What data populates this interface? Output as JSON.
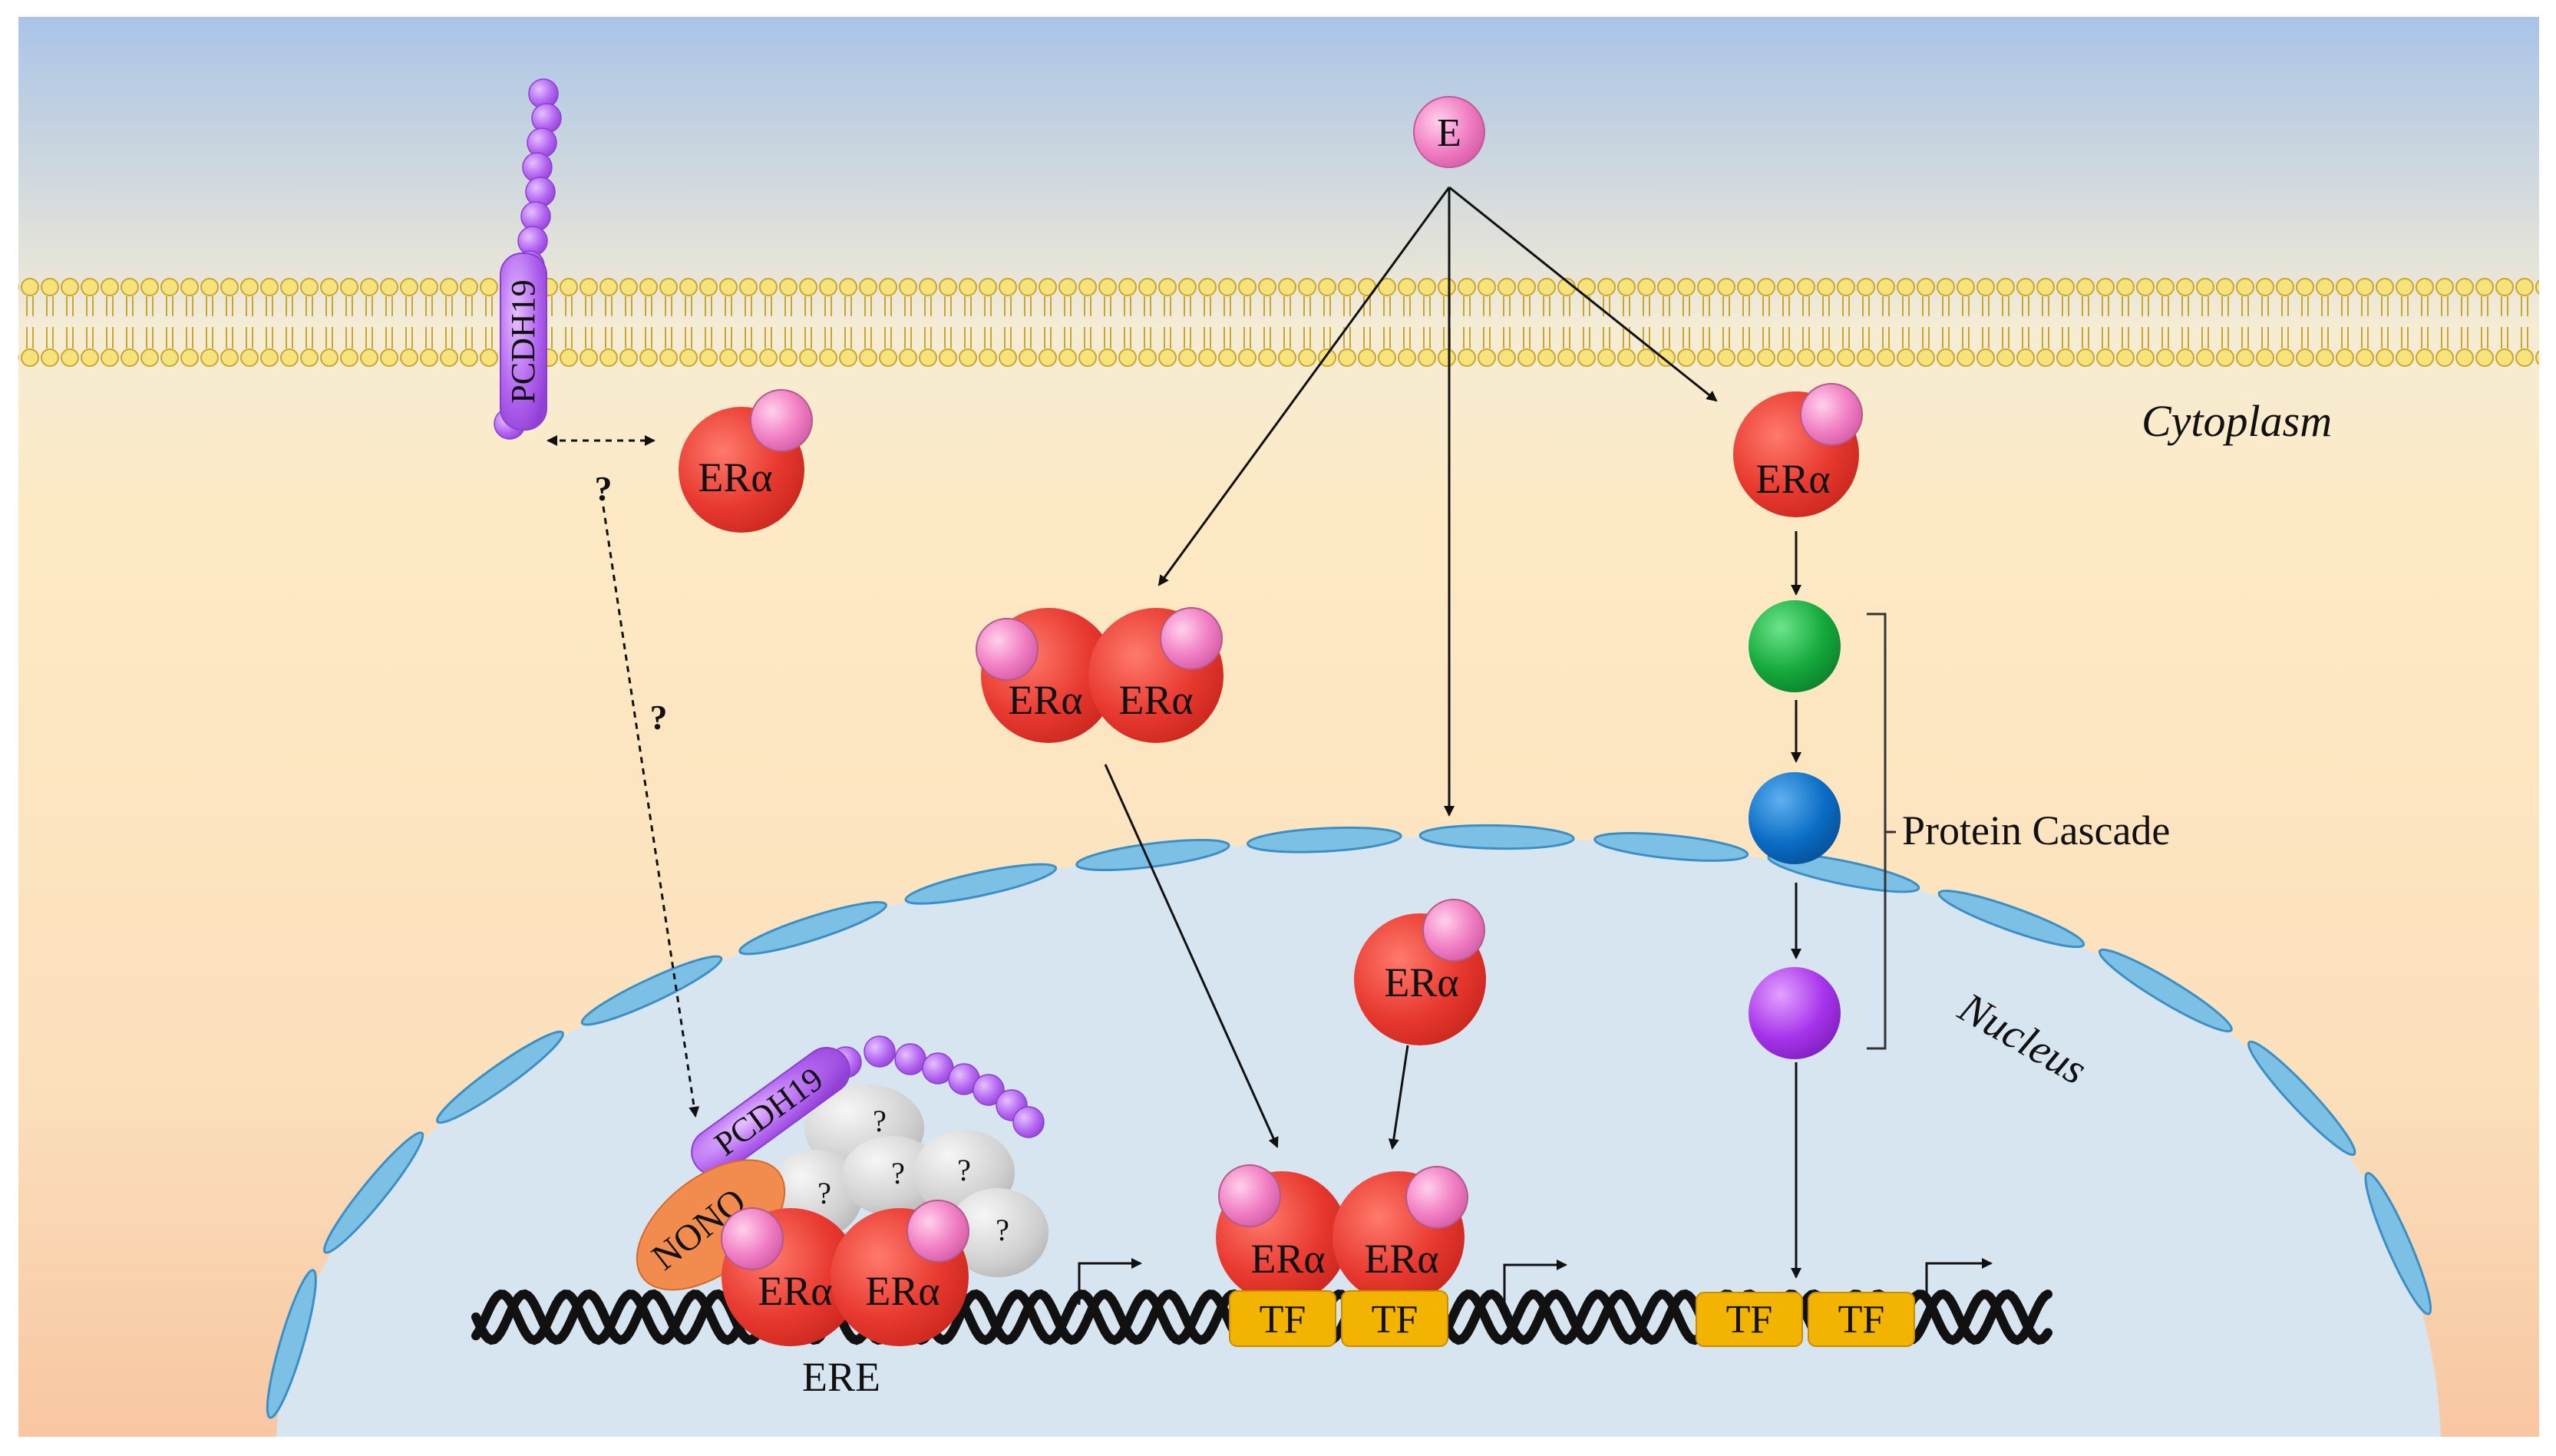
{
  "compartments": {
    "cytoplasm": "Cytoplasm",
    "nucleus": "Nucleus"
  },
  "ligand": {
    "label": "E"
  },
  "receptor_label": "ERα",
  "pcdh19_label": "PCDH19",
  "nono_label": "NONO",
  "unknown_mark": "?",
  "tf_label": "TF",
  "ere_label": "ERE",
  "cascade_label": "Protein Cascade",
  "colors": {
    "background_top": "#a8c3e6",
    "background_cyto": "#fce9c4",
    "background_bottom": "#f8c8a4",
    "nucleus_fill": "#d6e5f2",
    "membrane_head": "#f4e27a",
    "era": "#e8392f",
    "estrogen": "#f07cc2",
    "pcdh19": "#b366f0",
    "nono": "#f28c4e",
    "unknown_protein": "#cfcfcf",
    "tf": "#f2b400",
    "cascade_1": "#14a83b",
    "cascade_2": "#0a6cc4",
    "cascade_3": "#a633ea",
    "nuclear_pore_segment": "#7cc0e6"
  }
}
